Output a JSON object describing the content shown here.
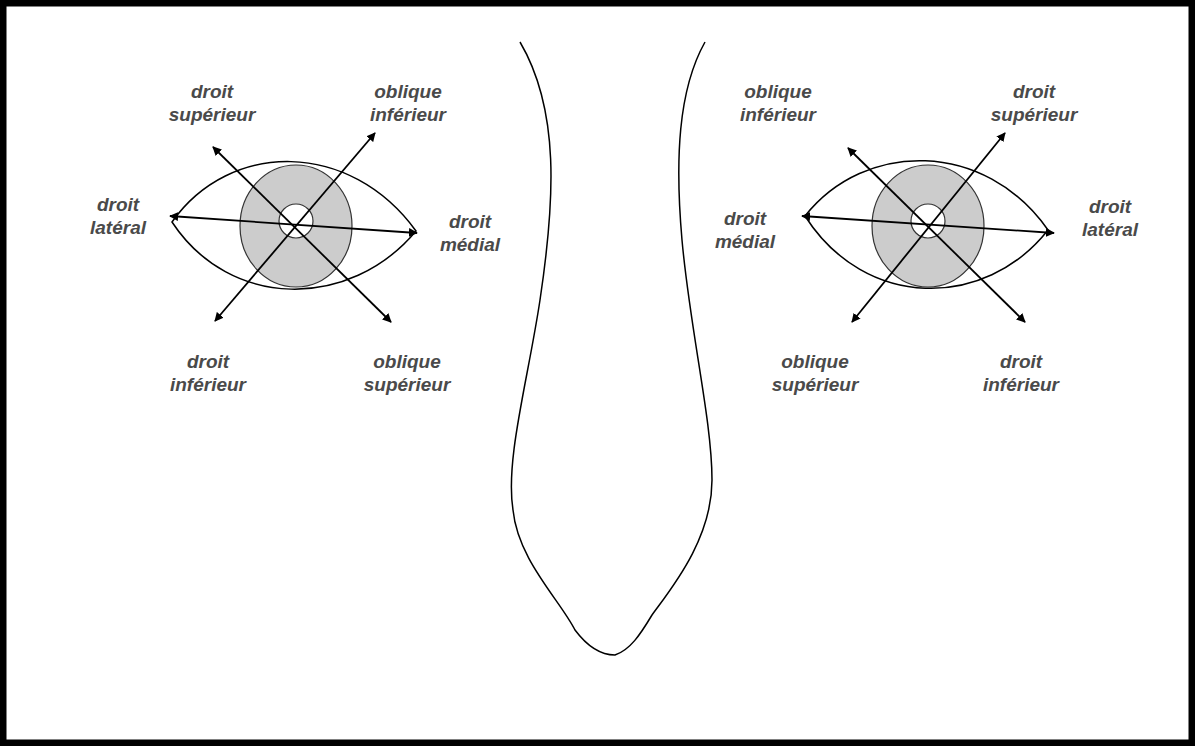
{
  "diagram": {
    "labels": [
      "droit supérieur",
      "oblique inférieur",
      "droit latéral",
      "droit médial",
      "droit inférieur",
      "oblique supérieur",
      "oblique inférieur",
      "droit supérieur",
      "droit médial",
      "droit latéral",
      "oblique supérieur",
      "droit inférieur"
    ]
  }
}
